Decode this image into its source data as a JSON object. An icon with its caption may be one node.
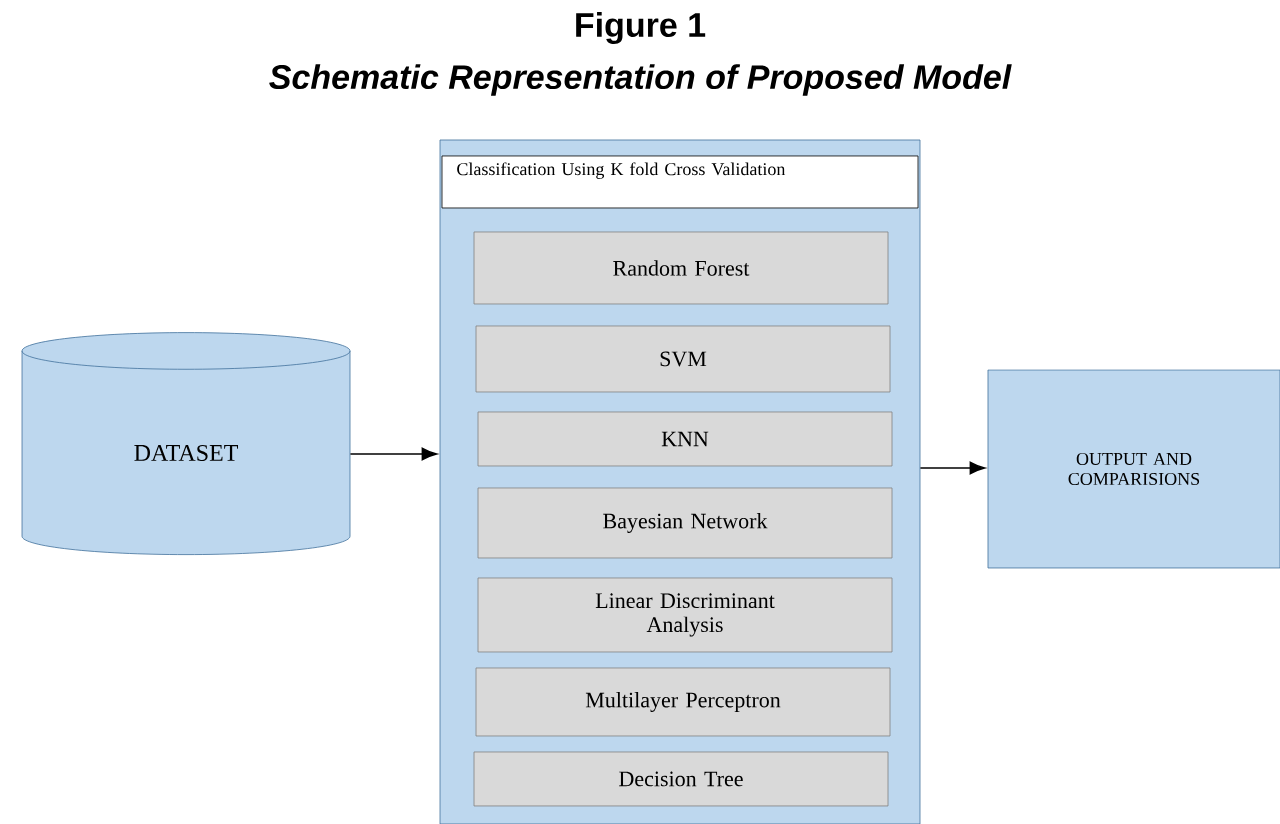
{
  "diagram": {
    "title": "Figure 1",
    "caption": "Schematic Representation of Proposed Model",
    "nodes": [
      {
        "text": [
          "DATASET"
        ]
      },
      {
        "text": [
          "Classification Using K fold Cross Validation"
        ]
      },
      {
        "text": [
          "Random Forest"
        ],
        "in": 1
      },
      {
        "text": [
          "SVM"
        ],
        "in": 1
      },
      {
        "text": [
          "KNN"
        ],
        "in": 1
      },
      {
        "text": [
          "Bayesian Network"
        ],
        "in": 1
      },
      {
        "text": [
          "Linear Discriminant Analysis"
        ],
        "in": 1
      },
      {
        "text": [
          "Multilayer Perceptron"
        ],
        "in": 1
      },
      {
        "text": [
          "Decision Tree"
        ],
        "in": 1
      },
      {
        "text": [
          "OUTPUT AND COMPARISIONS"
        ]
      }
    ],
    "edges": [
      {
        "from": 0,
        "to": 1,
        "arrow": "to"
      },
      {
        "from": 1,
        "to": 9,
        "arrow": "to"
      }
    ]
  }
}
